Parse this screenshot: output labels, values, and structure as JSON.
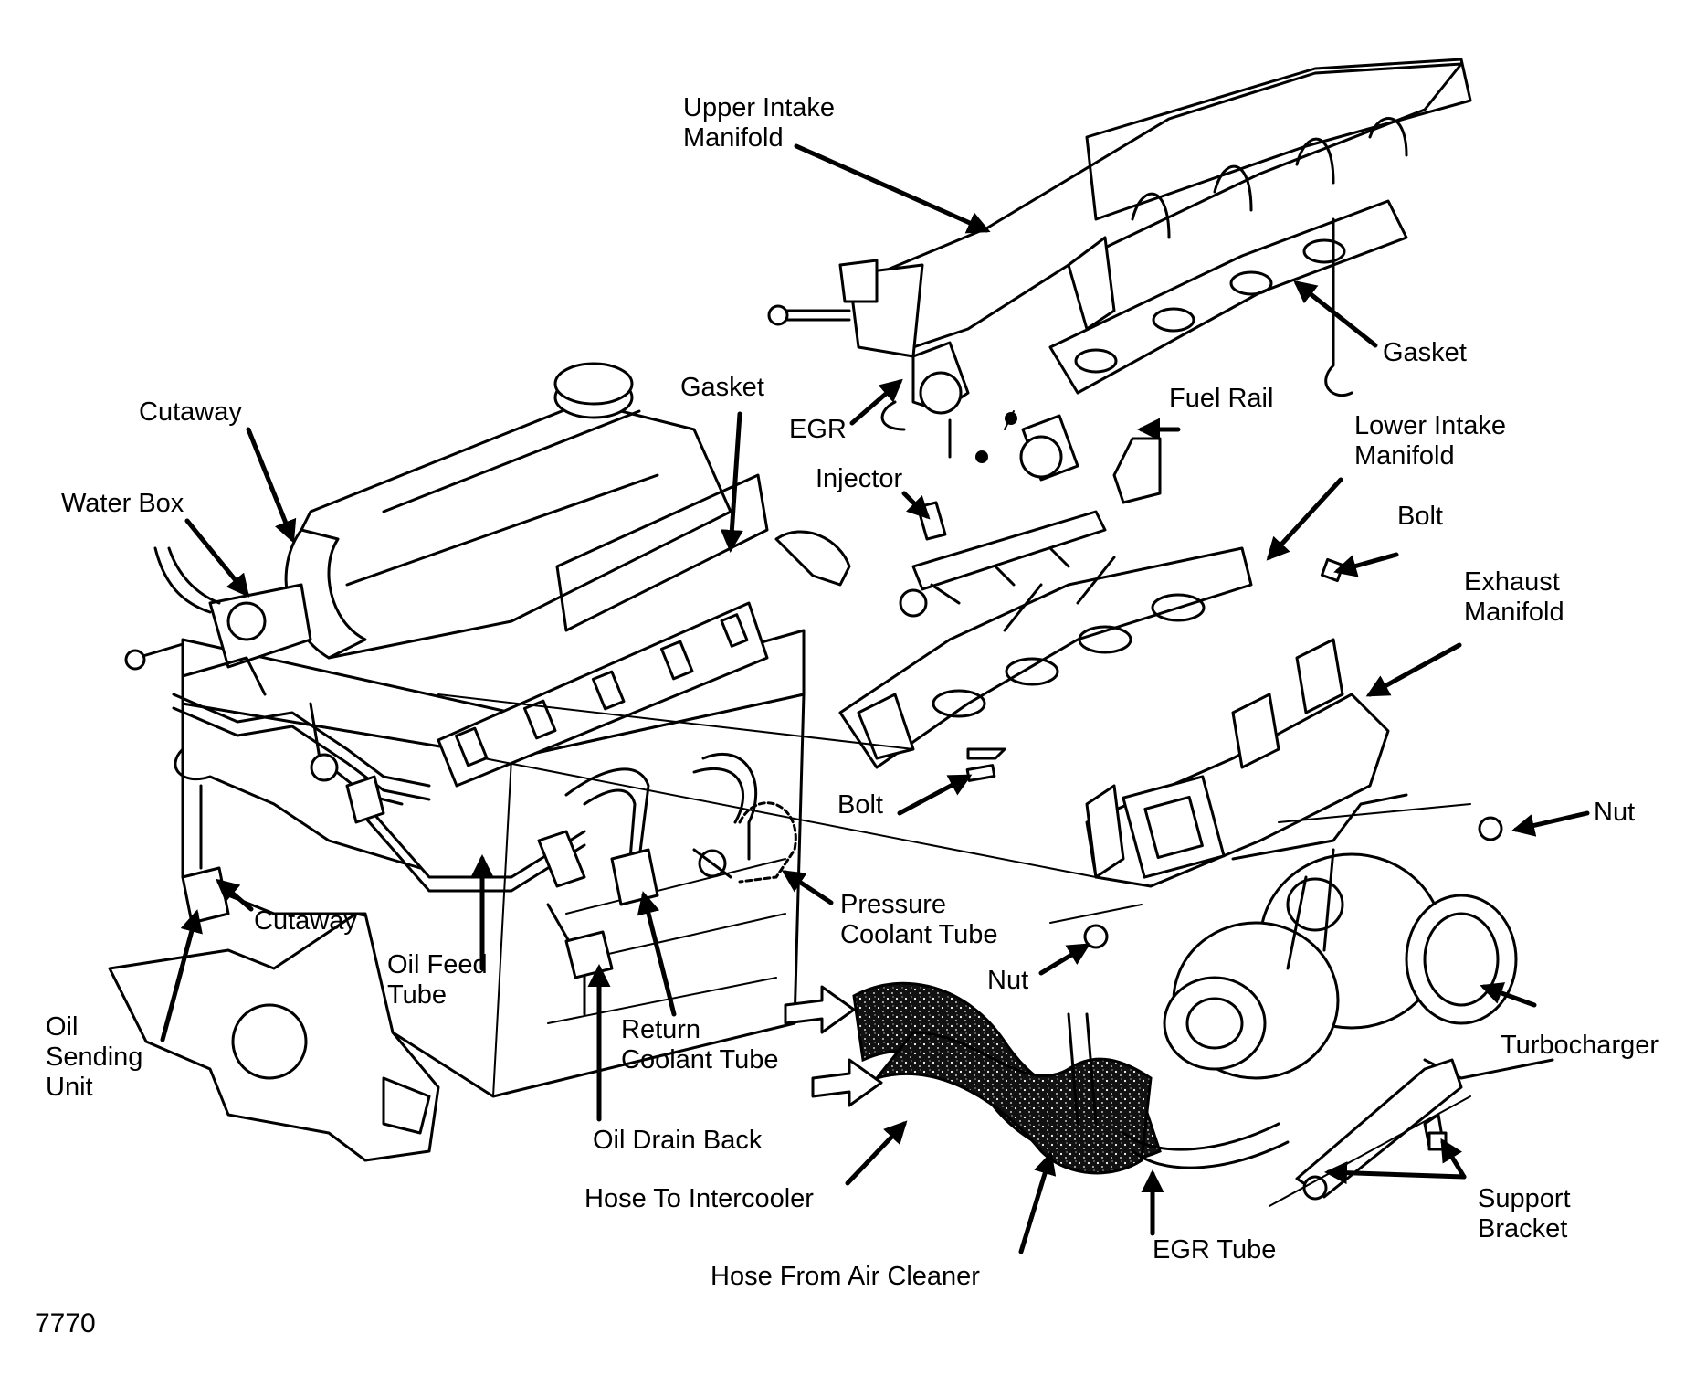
{
  "figure_number": "7770",
  "labels": {
    "upper_intake_manifold": [
      "Upper Intake",
      "Manifold"
    ],
    "gasket_top": "Gasket",
    "gasket_center": "Gasket",
    "fuel_rail": "Fuel Rail",
    "egr": "EGR",
    "lower_intake_manifold": [
      "Lower Intake",
      "Manifold"
    ],
    "cutaway_top": "Cutaway",
    "injector": "Injector",
    "water_box": "Water Box",
    "bolt_right": "Bolt",
    "exhaust_manifold": [
      "Exhaust",
      "Manifold"
    ],
    "bolt_center": "Bolt",
    "nut_right": "Nut",
    "pressure_coolant_tube": [
      "Pressure",
      "Coolant Tube"
    ],
    "cutaway_bottom": "Cutaway",
    "oil_feed_tube": [
      "Oil Feed",
      "Tube"
    ],
    "nut_center": "Nut",
    "oil_sending_unit": [
      "Oil",
      "Sending",
      "Unit"
    ],
    "return_coolant_tube": [
      "Return",
      "Coolant Tube"
    ],
    "turbocharger": "Turbocharger",
    "oil_drain_back": "Oil Drain Back",
    "hose_to_intercooler": "Hose To Intercooler",
    "support_bracket": [
      "Support",
      "Bracket"
    ],
    "egr_tube": "EGR Tube",
    "hose_from_air_cleaner": "Hose From Air Cleaner"
  }
}
